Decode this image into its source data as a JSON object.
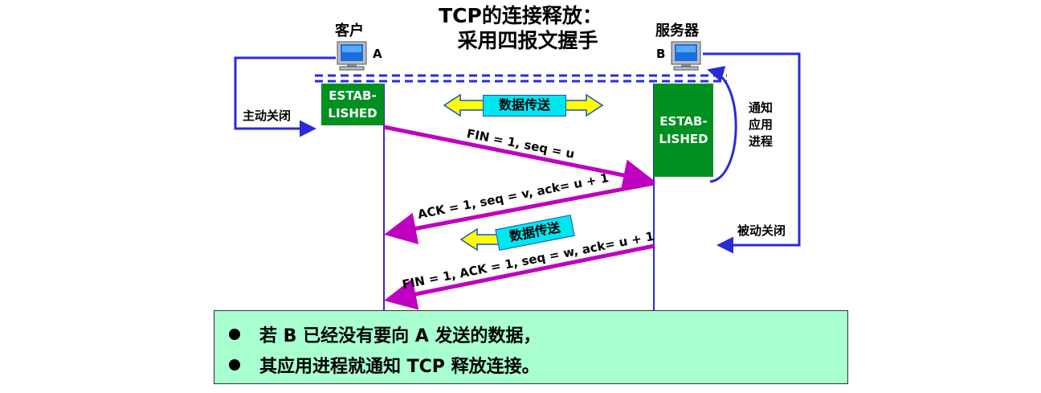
{
  "title": {
    "line1": "TCP的连接释放：",
    "line2": "采用四报文握手"
  },
  "client": {
    "name": "客户",
    "letter": "A",
    "state": [
      "ESTAB-",
      "LISHED"
    ]
  },
  "server": {
    "name": "服务器",
    "letter": "B",
    "state": [
      "ESTAB-",
      "LISHED"
    ]
  },
  "labels": {
    "active_close": "主动关闭",
    "notify_app": [
      "通知",
      "应用",
      "进程"
    ],
    "passive_close": "被动关闭",
    "data_transfer_1": "数据传送",
    "data_transfer_2": "数据传送"
  },
  "messages": [
    {
      "text": "FIN = 1, seq = u"
    },
    {
      "text": "ACK = 1, seq = v, ack= u + 1"
    },
    {
      "text": "FIN = 1, ACK = 1, seq = w, ack= u + 1"
    }
  ],
  "notes": [
    "若 B 已经没有要向 A 发送的数据，",
    "其应用进程就通知 TCP 释放连接。"
  ],
  "colors": {
    "timeline": "#2b2bd6",
    "message_arrow": "#c000c0",
    "established_box": "#009020",
    "data_tag": "#00e6f0",
    "double_arrow": "#ffff00",
    "note_bg": "#a8ffd0"
  },
  "icons": [
    "computer-icon",
    "computer-icon"
  ]
}
